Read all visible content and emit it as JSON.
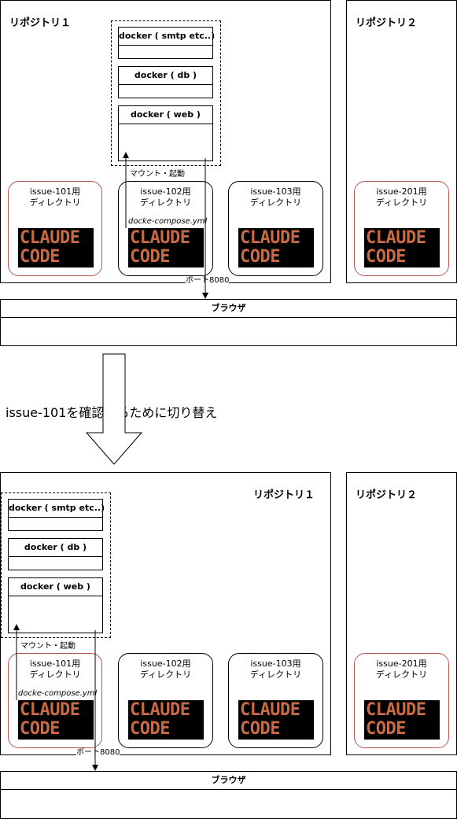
{
  "top": {
    "repo1_title": "リポジトリ１",
    "repo2_title": "リポジトリ２",
    "docker_smtp": "docker ( smtp etc..)",
    "docker_db": "docker ( db )",
    "docker_web": "docker ( web )",
    "mount_label": "マウント・起動",
    "compose_label": "docke-compose.yml",
    "port_label": "ポート8080",
    "browser_title": "ブラウザ",
    "dirs": [
      {
        "name": "issue-101用",
        "sub": "ディレクトリ"
      },
      {
        "name": "issue-102用",
        "sub": "ディレクトリ"
      },
      {
        "name": "issue-103用",
        "sub": "ディレクトリ"
      },
      {
        "name": "issue-201用",
        "sub": "ディレクトリ"
      }
    ],
    "logo_line1": "CLAUDE",
    "logo_line2": "CODE"
  },
  "transition": {
    "caption": "issue-101を確認するために切り替え"
  },
  "bottom": {
    "repo1_title": "リポジトリ１",
    "repo2_title": "リポジトリ２",
    "docker_smtp": "docker ( smtp etc..)",
    "docker_db": "docker ( db )",
    "docker_web": "docker ( web )",
    "mount_label": "マウント・起動",
    "compose_label": "docke-compose.yml",
    "port_label": "ポート8080",
    "browser_title": "ブラウザ",
    "dirs": [
      {
        "name": "issue-101用",
        "sub": "ディレクトリ"
      },
      {
        "name": "issue-102用",
        "sub": "ディレクトリ"
      },
      {
        "name": "issue-103用",
        "sub": "ディレクトリ"
      },
      {
        "name": "issue-201用",
        "sub": "ディレクトリ"
      }
    ],
    "logo_line1": "CLAUDE",
    "logo_line2": "CODE"
  },
  "colors": {
    "logo_text": "#c96a45",
    "logo_bg": "#000000",
    "dir_highlight_border": "#b85450"
  }
}
